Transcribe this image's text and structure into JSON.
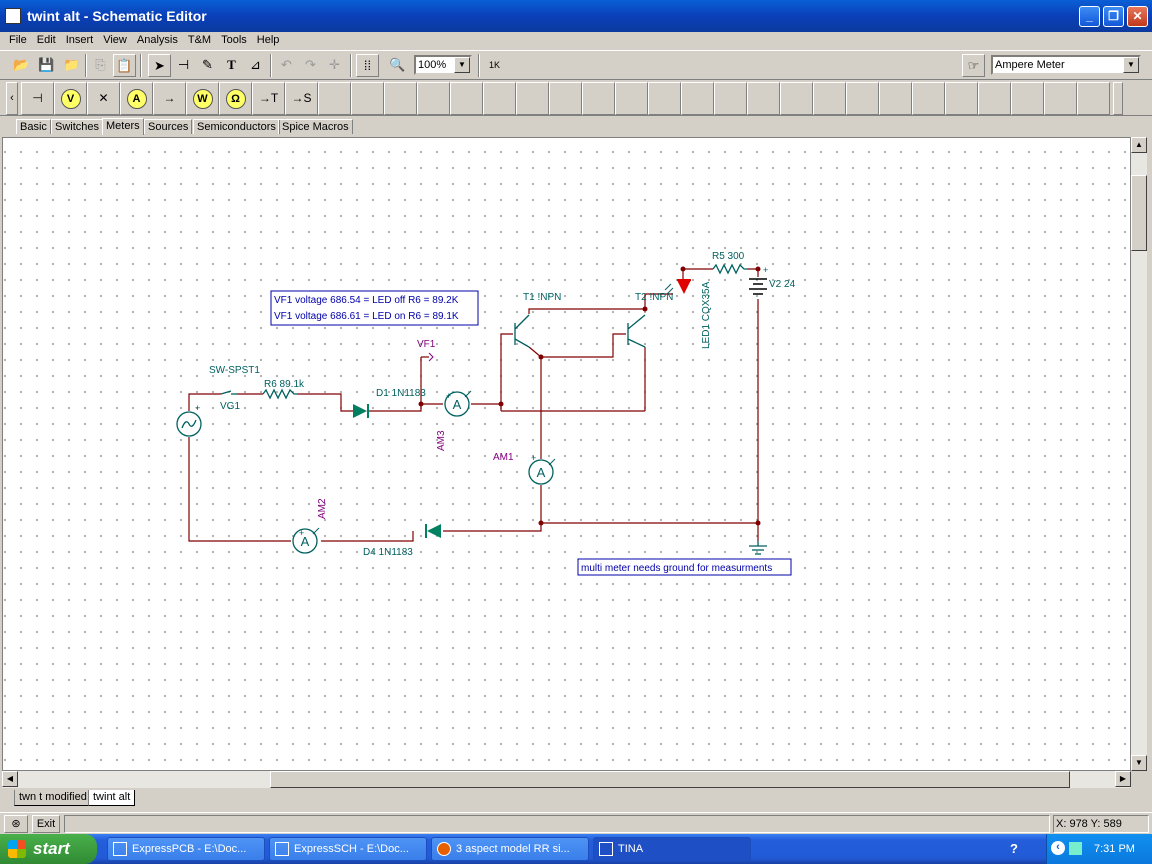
{
  "window": {
    "title": "twint alt - Schematic Editor"
  },
  "menu": [
    "File",
    "Edit",
    "Insert",
    "View",
    "Analysis",
    "T&M",
    "Tools",
    "Help"
  ],
  "toolbar": {
    "zoom": "100%",
    "component_select": "Ampere Meter",
    "k_button": "1K"
  },
  "component_palette": [
    {
      "name": "ground",
      "glyph": "⊣"
    },
    {
      "name": "voltmeter",
      "glyph": "V"
    },
    {
      "name": "switch",
      "glyph": "✕"
    },
    {
      "name": "ammeter",
      "glyph": "A"
    },
    {
      "name": "wire-joint",
      "glyph": "→"
    },
    {
      "name": "watt-meter",
      "glyph": "W"
    },
    {
      "name": "ohm-meter",
      "glyph": "Ω"
    },
    {
      "name": "to-t",
      "glyph": "→T"
    },
    {
      "name": "to-s",
      "glyph": "→S"
    }
  ],
  "component_tabs": [
    "Basic",
    "Switches",
    "Meters",
    "Sources",
    "Semiconductors",
    "Spice Macros"
  ],
  "active_component_tab": "Meters",
  "schematic": {
    "notes": [
      "VF1 voltage 686.54 = LED off  R6 = 89.2K",
      "VF1 voltage 686.61 = LED on  R6 = 89.1K",
      "multi meter needs ground for measurments"
    ],
    "labels": {
      "sw": "SW-SPST1",
      "r6": "R6 89.1k",
      "vg1": "VG1",
      "d1": "D1 1N1183",
      "vf1": "VF1",
      "am3": "AM3",
      "am1": "AM1",
      "am2": "AM2",
      "d4": "D4 1N1183",
      "t1": "T1 !NPN",
      "t2": "T2 !NPN",
      "r5": "R5 300",
      "v2": "V2 24",
      "led1": "LED1 CQX35A",
      "meter_a": "A"
    }
  },
  "sheet_tabs": [
    "twn t modified",
    "twint alt"
  ],
  "active_sheet": "twint alt",
  "status": {
    "exit": "Exit",
    "coords": "X: 978  Y: 589"
  },
  "taskbar": {
    "start": "start",
    "tasks": [
      "ExpressPCB - E:\\Doc...",
      "ExpressSCH - E:\\Doc...",
      "3 aspect model RR si...",
      "TINA"
    ],
    "active_task": "TINA",
    "time": "7:31 PM"
  }
}
